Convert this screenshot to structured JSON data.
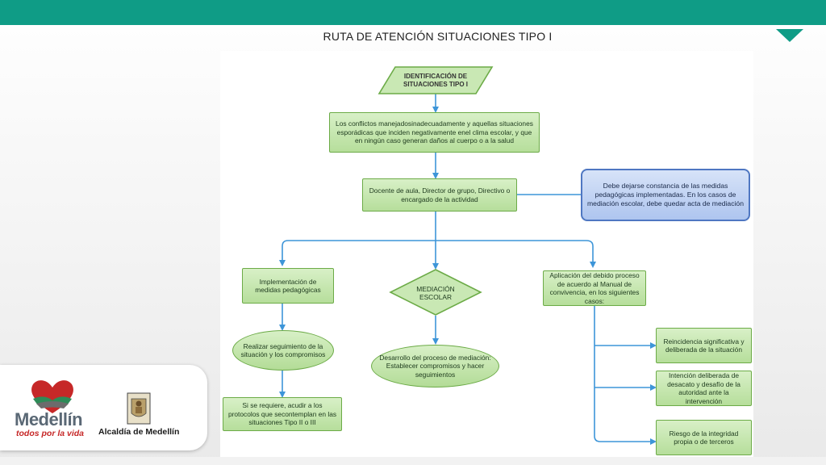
{
  "slide": {
    "title": "RUTA DE ATENCIÓN SITUACIONES TIPO I",
    "accent_color": "#0f9c86",
    "menu_icon": "triangle-down-icon"
  },
  "flowchart": {
    "start": "IDENTIFICACIÓN DE SITUACIONES TIPO I",
    "conflicts": "Los conflictos manejadosinadecuadamente y aquellas situaciones esporádicas que inciden negativamente enel clima escolar, y que en ningún caso generan daños al cuerpo o a la salud",
    "responsible": "Docente de aula, Director de grupo, Directivo o encargado de la actividad",
    "record_note": "Debe dejarse constancia de las medidas pedagógicas implementadas. En los casos de mediación escolar, debe quedar acta de mediación",
    "pedagogical": "Implementación de medidas pedagógicas",
    "mediation": "MEDIACIÓN ESCOLAR",
    "due_process": "Aplicación del debido proceso de acuerdo al Manual de convivencia, en los siguientes casos:",
    "follow_up": "Realizar seguimiento de la situación y los compromisos",
    "mediation_process": "Desarrollo del proceso de mediación: Establecer compromisos y hacer seguimientos",
    "escalate": "Si se requiere, acudir a los protocolos que secontemplan en las situaciones Tipo II o III",
    "case_1": "Reincidencia significativa y deliberada de la situación",
    "case_2": "Intención deliberada de desacato y desafío de la autoridad ante la intervención",
    "case_3": "Riesgo de la integridad propia o de terceros",
    "green_fill": "#c9e8b4",
    "green_border": "#6cab47",
    "blue_fill": "#c3d4f3",
    "blue_border": "#4f77c2",
    "arrow_color": "#3d95d8"
  },
  "logos": {
    "medellin_word": "Medellín",
    "medellin_tagline": "todos por la vida",
    "alcaldia": "Alcaldía de Medellín"
  }
}
